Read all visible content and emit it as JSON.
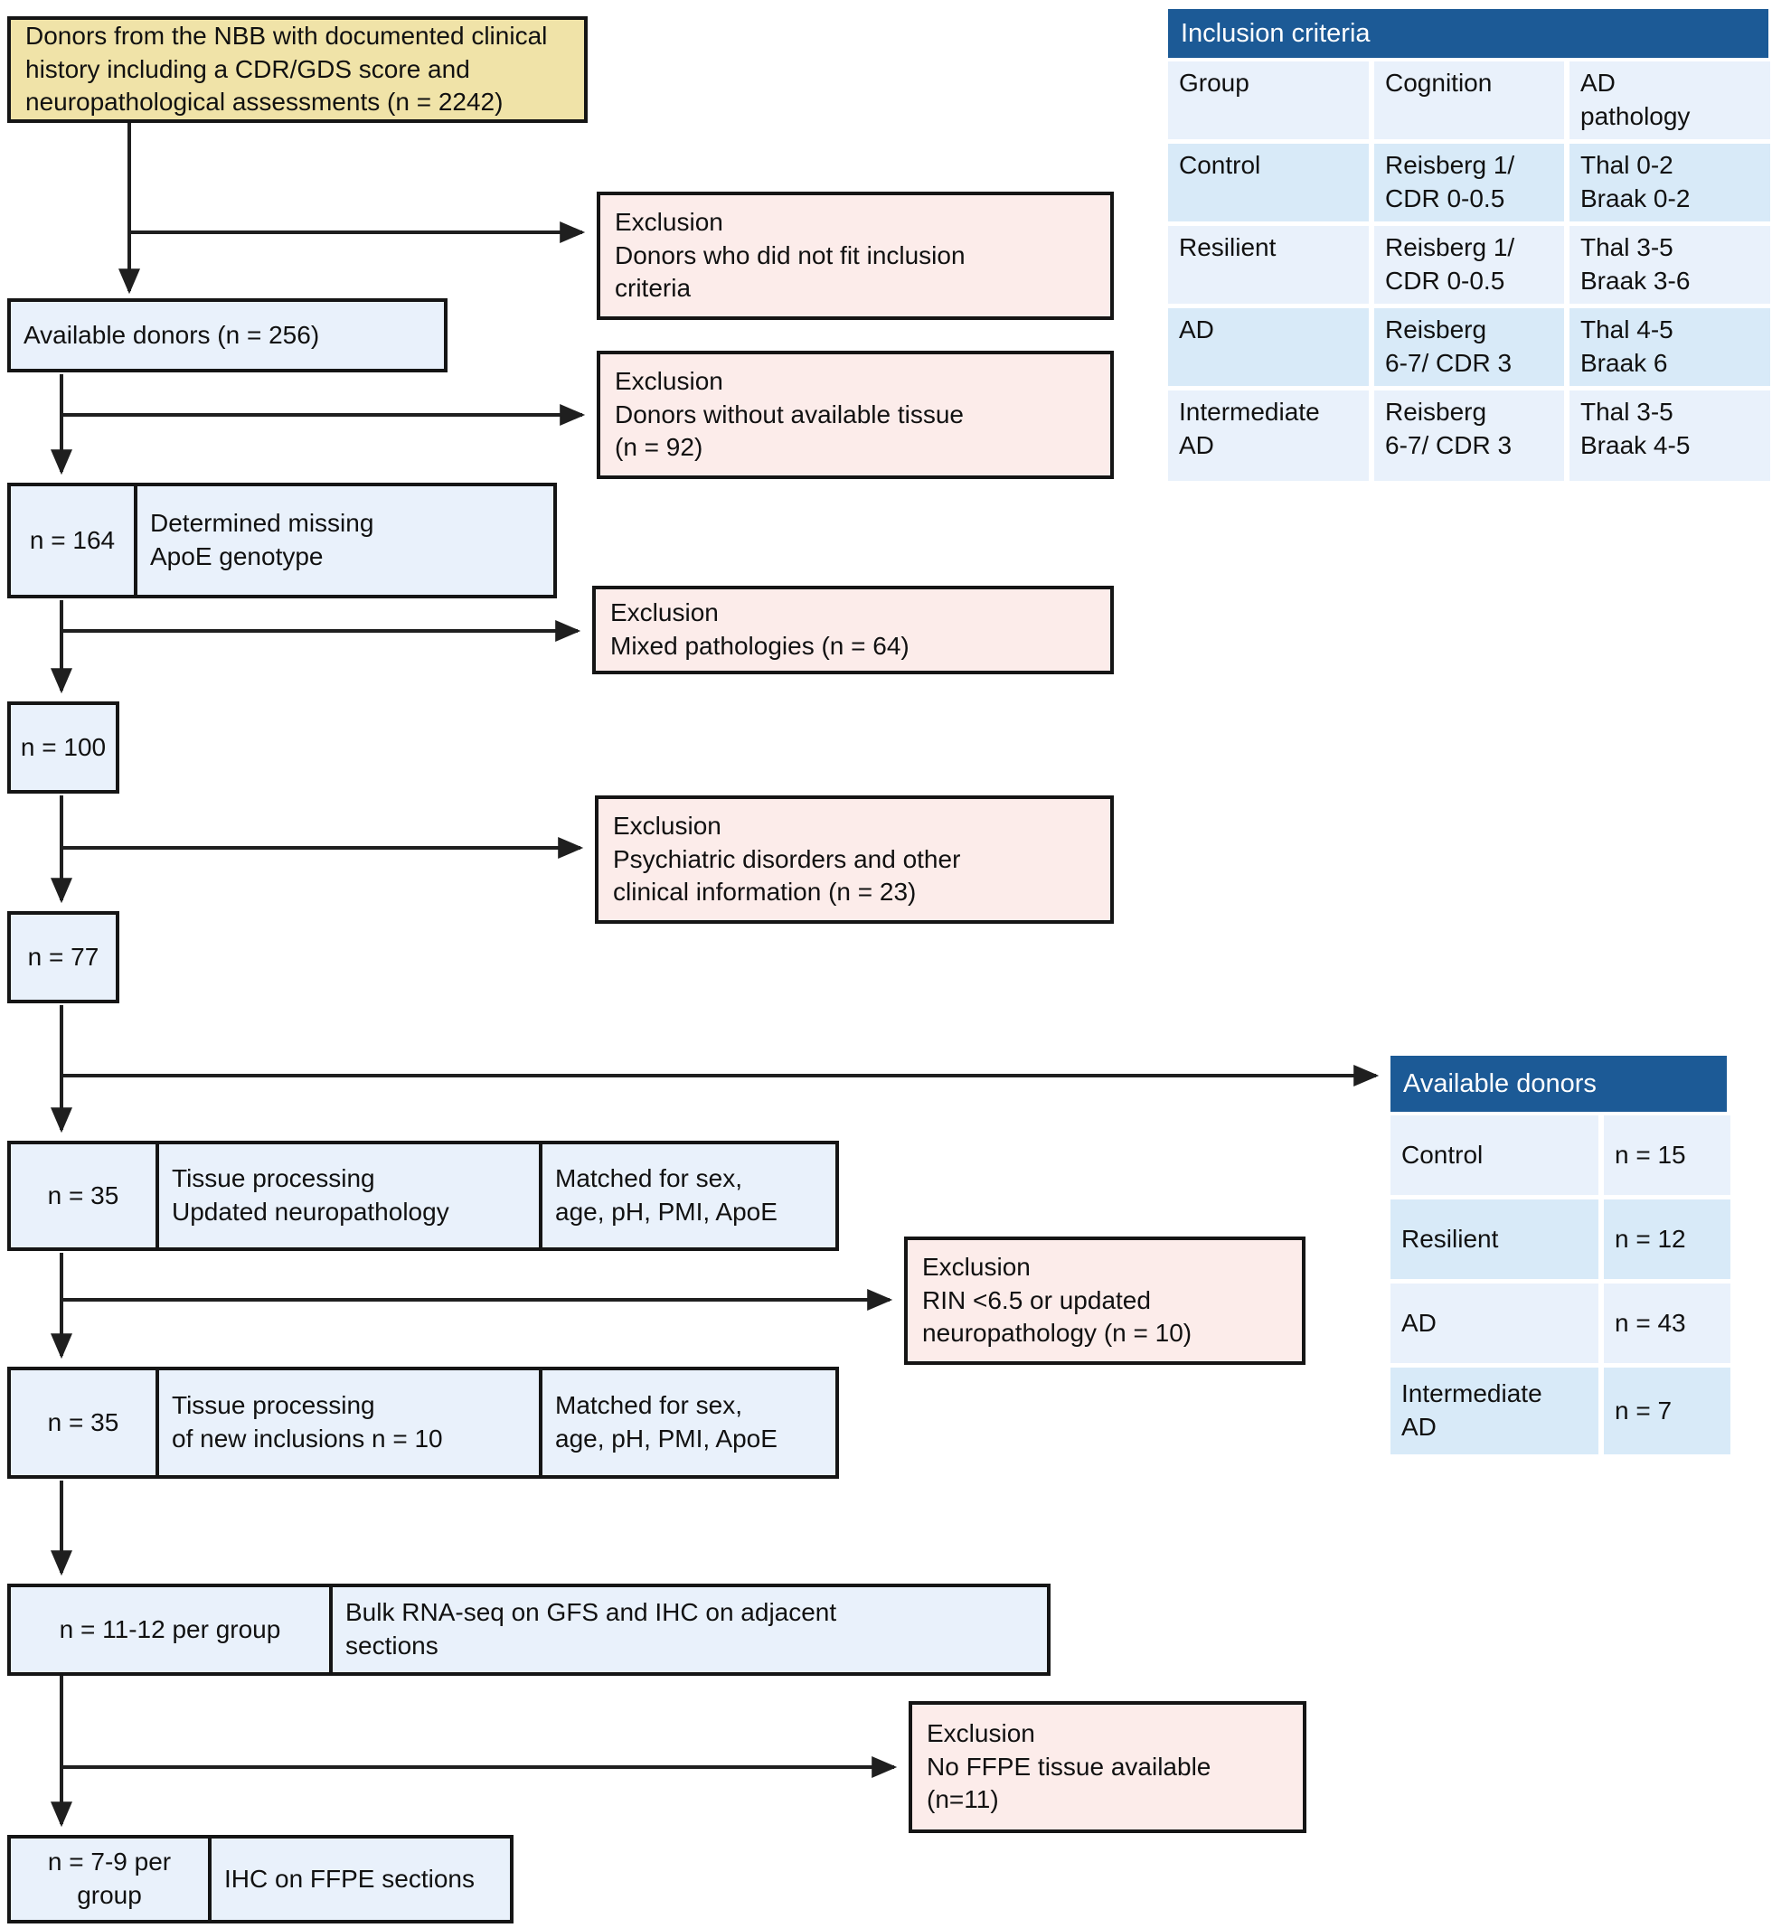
{
  "source_box": "Donors from the NBB with documented clinical\nhistory including a CDR/GDS score and\nneuropathological assessments (n = 2242)",
  "flow_boxes": {
    "available_donors": "Available donors (n = 256)",
    "n164": "n = 164",
    "n164_desc": "Determined missing\nApoE genotype",
    "n100": "n = 100",
    "n77": "n = 77",
    "n35a": "n = 35",
    "n35a_desc": "Tissue processing\nUpdated neuropathology",
    "n35a_match": "Matched for sex,\nage, pH, PMI, ApoE",
    "n35b": "n = 35",
    "n35b_desc": "Tissue processing\nof new inclusions n = 10",
    "n35b_match": "Matched for sex,\nage, pH, PMI, ApoE",
    "n1112": "n = 11-12 per group",
    "n1112_desc": "Bulk RNA-seq on GFS and IHC on adjacent\nsections",
    "n79": "n = 7-9 per group",
    "n79_desc": "IHC on FFPE sections"
  },
  "exclusions": [
    {
      "label": "Exclusion",
      "reason": "Donors who did not fit inclusion\ncriteria"
    },
    {
      "label": "Exclusion",
      "reason": "Donors without available tissue\n(n = 92)"
    },
    {
      "label": "Exclusion",
      "reason": "Mixed pathologies (n = 64)"
    },
    {
      "label": "Exclusion",
      "reason": "Psychiatric disorders and other\nclinical information  (n = 23)"
    },
    {
      "label": "Exclusion",
      "reason": "RIN <6.5 or updated\nneuropathology (n = 10)"
    },
    {
      "label": "Exclusion",
      "reason": "No FFPE tissue available\n(n=11)"
    }
  ],
  "inclusion_table": {
    "title": "Inclusion criteria",
    "columns": [
      "Group",
      "Cognition",
      "AD\npathology"
    ],
    "rows": [
      {
        "group": "Control",
        "cognition": "Reisberg 1/\nCDR 0-0.5",
        "pathology": "Thal 0-2\nBraak 0-2"
      },
      {
        "group": "Resilient",
        "cognition": "Reisberg 1/\nCDR 0-0.5",
        "pathology": "Thal 3-5\nBraak 3-6"
      },
      {
        "group": "AD",
        "cognition": "Reisberg\n6-7/ CDR 3",
        "pathology": "Thal 4-5\nBraak 6"
      },
      {
        "group": "Intermediate\nAD",
        "cognition": "Reisberg\n6-7/ CDR 3",
        "pathology": "Thal 3-5\nBraak 4-5"
      }
    ]
  },
  "donors_table": {
    "title": "Available donors",
    "rows": [
      {
        "group": "Control",
        "n": "n = 15"
      },
      {
        "group": "Resilient",
        "n": "n = 12"
      },
      {
        "group": "AD",
        "n": "n = 43"
      },
      {
        "group": "Intermediate\nAD",
        "n": "n = 7"
      }
    ]
  },
  "colors": {
    "source_bg": "#f0e3a8",
    "flow_bg": "#e9f1fb",
    "exclusion_bg": "#fcecea",
    "table_header_bg": "#1c5a96",
    "table_row_alt_bg": "#d8eaf8",
    "line": "#1f1f1f"
  }
}
